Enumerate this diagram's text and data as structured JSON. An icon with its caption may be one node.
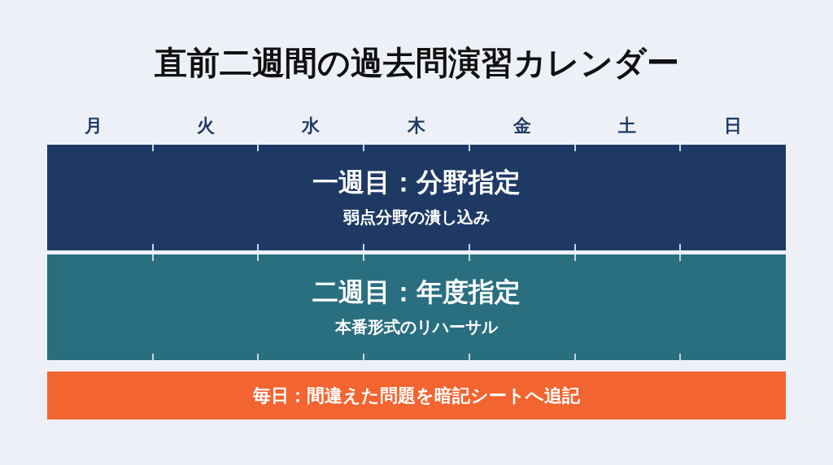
{
  "diagram": {
    "title": "直前二週間の過去問演習カレンダー",
    "nodes": [
      {
        "text": [
          "一週目：分野指定",
          "弱点分野の潰し込み"
        ]
      },
      {
        "text": [
          "二週目：年度指定",
          "本番形式のリハーサル"
        ]
      },
      {
        "text": [
          "毎日：間違えた問題を暗記シートへ追記"
        ]
      }
    ],
    "labels": [
      "月",
      "火",
      "水",
      "木",
      "金",
      "土",
      "日"
    ]
  }
}
